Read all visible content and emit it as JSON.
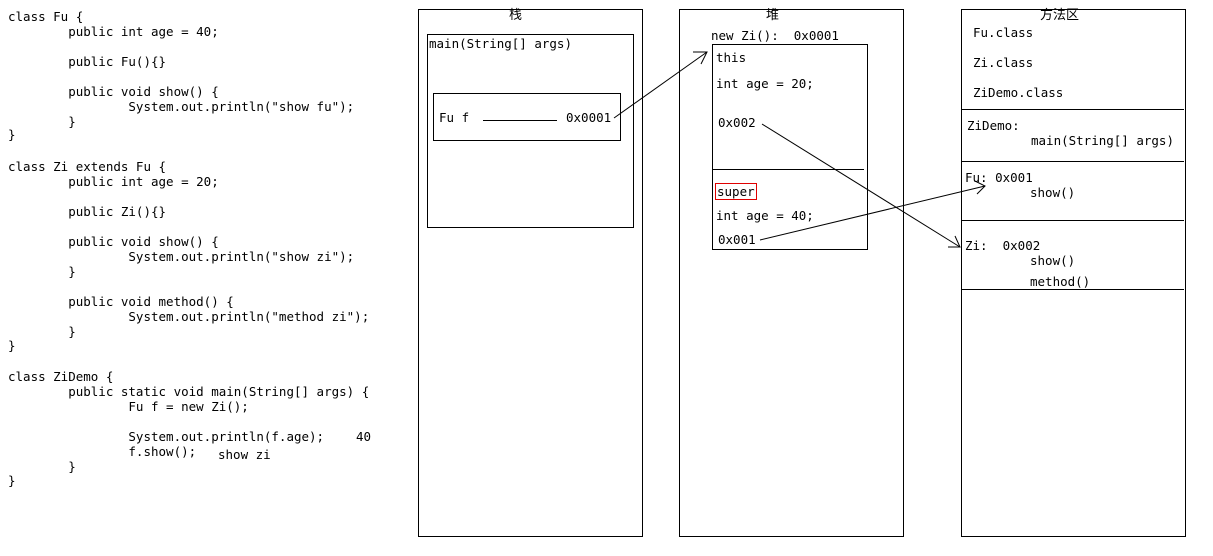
{
  "code": {
    "lines": [
      "class Fu {",
      "        public int age = 40;",
      "",
      "        public Fu(){}",
      "",
      "        public void show() {",
      "                System.out.println(\"show fu\");",
      "        }",
      "}",
      "",
      "class Zi extends Fu {",
      "        public int age = 20;",
      "",
      "        public Zi(){}",
      "",
      "        public void show() {",
      "                System.out.println(\"show zi\");",
      "        }",
      "",
      "        public void method() {",
      "                System.out.println(\"method zi\");",
      "        }",
      "}",
      "",
      "class ZiDemo {",
      "        public static void main(String[] args) {",
      "                Fu f = new Zi();",
      "",
      "                System.out.println(f.age);",
      "                f.show();"
    ],
    "line_30_tail": "",
    "close_lines": [
      "        }",
      "}"
    ],
    "annot_age": "40",
    "annot_show": "show zi"
  },
  "stack": {
    "title": "栈",
    "frame_label": "main(String[] args)",
    "var_label": "Fu f",
    "var_value": "0x0001"
  },
  "heap": {
    "title": "堆",
    "obj_label": "new Zi():  0x0001",
    "this_label": "this",
    "this_age": "int age = 20;",
    "this_ref": "0x002",
    "super_label": "super",
    "super_age": "int age = 40;",
    "super_ref": "0x001"
  },
  "method_area": {
    "title": "方法区",
    "classes": [
      "Fu.class",
      "Zi.class",
      "ZiDemo.class"
    ],
    "zidemo_label": "ZiDemo:",
    "zidemo_method": "main(String[] args)",
    "fu_label": "Fu: 0x001",
    "fu_method": "show()",
    "zi_label": "Zi:  0x002",
    "zi_methods": [
      "show()",
      "method()"
    ]
  }
}
